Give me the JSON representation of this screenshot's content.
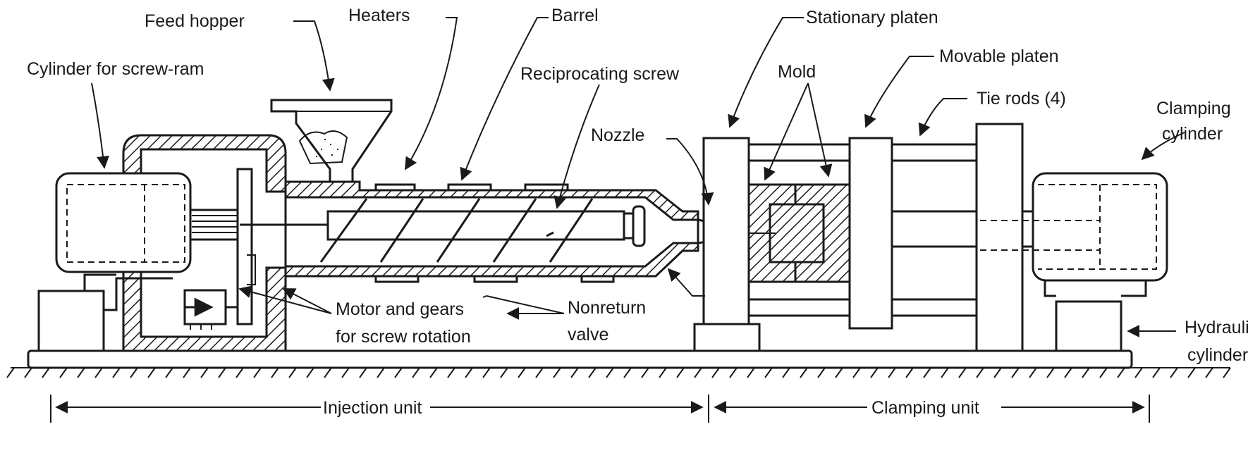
{
  "labels": {
    "feed_hopper": "Feed hopper",
    "heaters": "Heaters",
    "barrel": "Barrel",
    "stationary_platen": "Stationary platen",
    "movable_platen": "Movable platen",
    "cylinder_screw_ram": "Cylinder for screw-ram",
    "reciprocating_screw": "Reciprocating screw",
    "mold": "Mold",
    "tie_rods": "Tie rods (4)",
    "clamping_cylinder_1": "Clamping",
    "clamping_cylinder_2": "cylinder",
    "nozzle": "Nozzle",
    "motor_gears_1": "Motor and gears",
    "motor_gears_2": "for screw rotation",
    "nonreturn_valve_1": "Nonreturn",
    "nonreturn_valve_2": "valve",
    "hydraulic_cylinder_1": "Hydraulic",
    "hydraulic_cylinder_2": "cylinder",
    "injection_unit": "Injection unit",
    "clamping_unit": "Clamping unit"
  },
  "colors": {
    "ink": "#1a1a1a",
    "paper": "#ffffff"
  }
}
